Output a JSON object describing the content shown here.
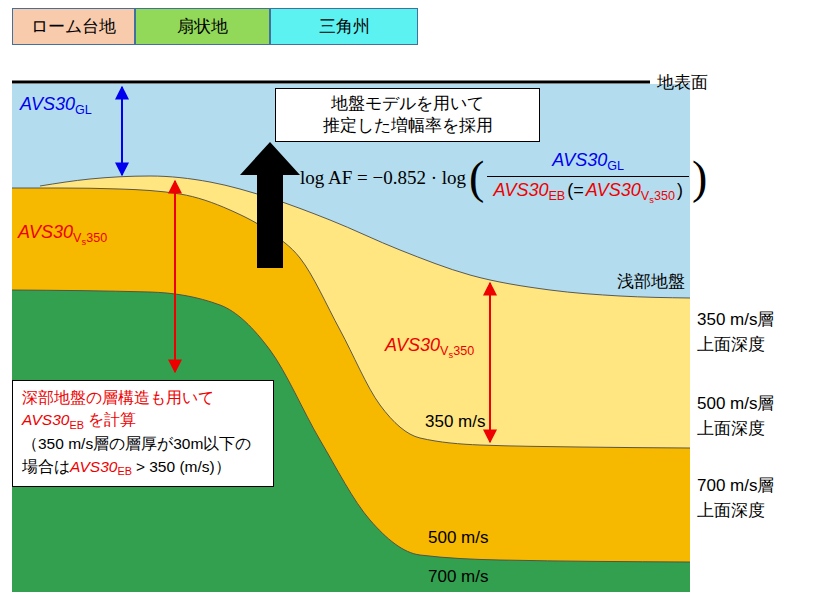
{
  "diagram": {
    "nodes": [
      {
        "text": [
          "ローム台地"
        ]
      },
      {
        "text": [
          "扇状地"
        ]
      },
      {
        "text": [
          "三角州"
        ]
      },
      {
        "text": [
          "地盤モデルを用いて 推定した増幅率を採用"
        ]
      },
      {
        "text": [
          "深部地盤の層構造も用いて",
          "AVS30",
          "EB",
          "を計算",
          "（350 m/s層の層厚が30m以下の",
          "場合は",
          "AVS30",
          "EB",
          "> 350 (m/s)）"
        ]
      }
    ],
    "labels": [
      "地表面",
      "AVS30",
      "GL",
      "AVS30",
      "V",
      "s",
      "350",
      "log AF = −0.852 · log",
      "(",
      "AVS30",
      "GL",
      "AVS30",
      "EB",
      "(=",
      "AVS30",
      "V",
      "s",
      "350",
      ")",
      ")",
      "浅部地盤",
      "350 m/s層 上面深度",
      "AVS30",
      "V",
      "s",
      "350",
      "350 m/s",
      "500 m/s層 上面深度",
      "500 m/s",
      "700 m/s層 上面深度",
      "700 m/s"
    ]
  }
}
